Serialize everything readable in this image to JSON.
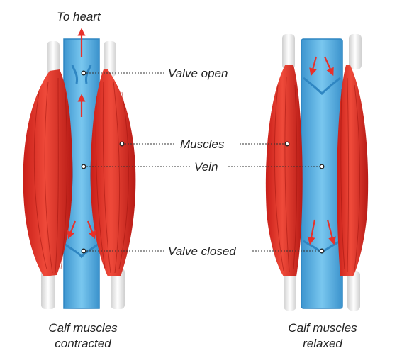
{
  "labels": {
    "to_heart": "To heart",
    "valve_open": "Valve open",
    "muscles": "Muscles",
    "vein": "Vein",
    "valve_closed": "Valve closed"
  },
  "captions": {
    "left_line1": "Calf muscles",
    "left_line2": "contracted",
    "right_line1": "Calf muscles",
    "right_line2": "relaxed"
  },
  "colors": {
    "muscle": "#e8302a",
    "muscle_dark": "#b81d18",
    "tendon": "#e9e9e9",
    "vein": "#5fb7e6",
    "vein_dark": "#2f86c2",
    "arrow": "#e8302a",
    "leader": "#333333"
  }
}
